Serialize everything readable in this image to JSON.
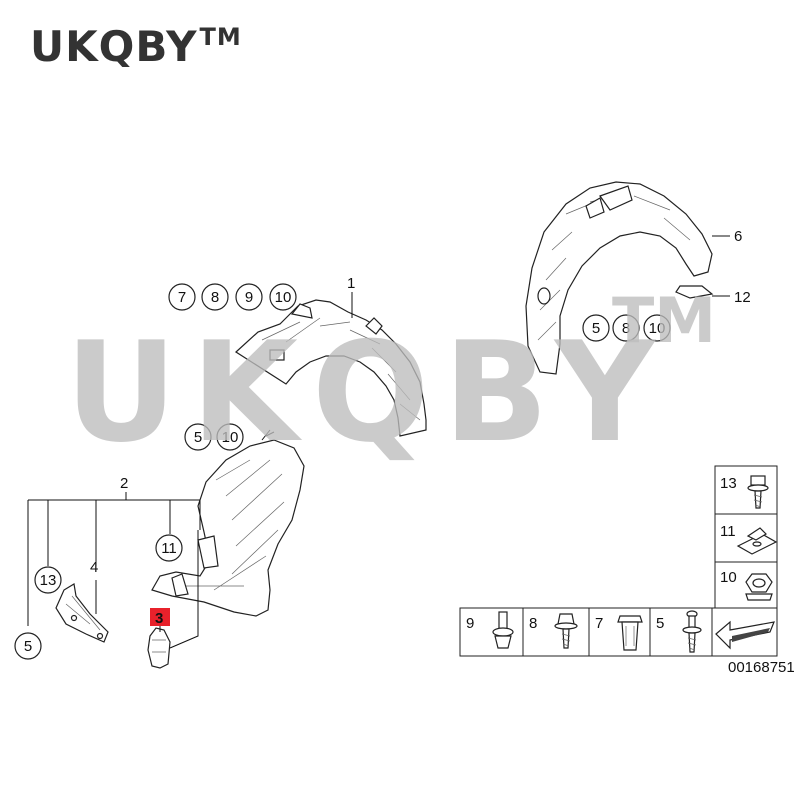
{
  "brand": {
    "name": "UKQBY",
    "tm": "TM"
  },
  "watermark": {
    "text": "UKQBY",
    "tm": "TM"
  },
  "labels": {
    "p1": "1",
    "p2": "2",
    "p3": "3",
    "p4": "4",
    "p6": "6",
    "p12": "12",
    "g1": [
      "7",
      "8",
      "9",
      "10"
    ],
    "g6": [
      "5",
      "8",
      "10"
    ],
    "g2top": [
      "5",
      "10"
    ],
    "c11": "11",
    "c13": "13",
    "c5": "5"
  },
  "legend": {
    "vertical": [
      "13",
      "11",
      "10"
    ],
    "horizontal": [
      "9",
      "8",
      "7",
      "5"
    ]
  },
  "diagram_id": "00168751",
  "colors": {
    "highlight": "#e8212b",
    "watermark": "#bdbdbd"
  }
}
